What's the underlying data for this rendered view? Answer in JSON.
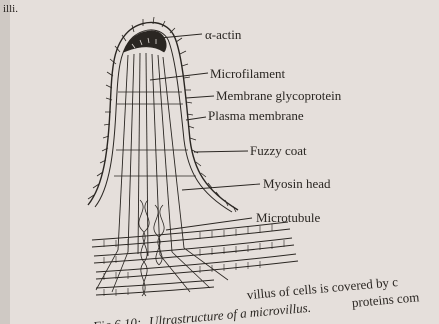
{
  "page": {
    "corner_text": "illi."
  },
  "labels": {
    "alpha_actin": "α-actin",
    "microfilament": "Microfilament",
    "membrane_glycoprotein": "Membrane glycoprotein",
    "plasma_membrane": "Plasma membrane",
    "fuzzy_coat": "Fuzzy coat",
    "myosin_head": "Myosin head",
    "microtubule": "Microtubule"
  },
  "caption": {
    "figure_number": "Fig 6.10:",
    "title": "Ultrastructure of a microvillus.",
    "continuation_1": "villus of cells  is covered by c",
    "continuation_2": "proteins com"
  },
  "colors": {
    "paper": "#e5dfdb",
    "ink": "#2a2622",
    "margin_shadow": "#cfc9c4"
  }
}
